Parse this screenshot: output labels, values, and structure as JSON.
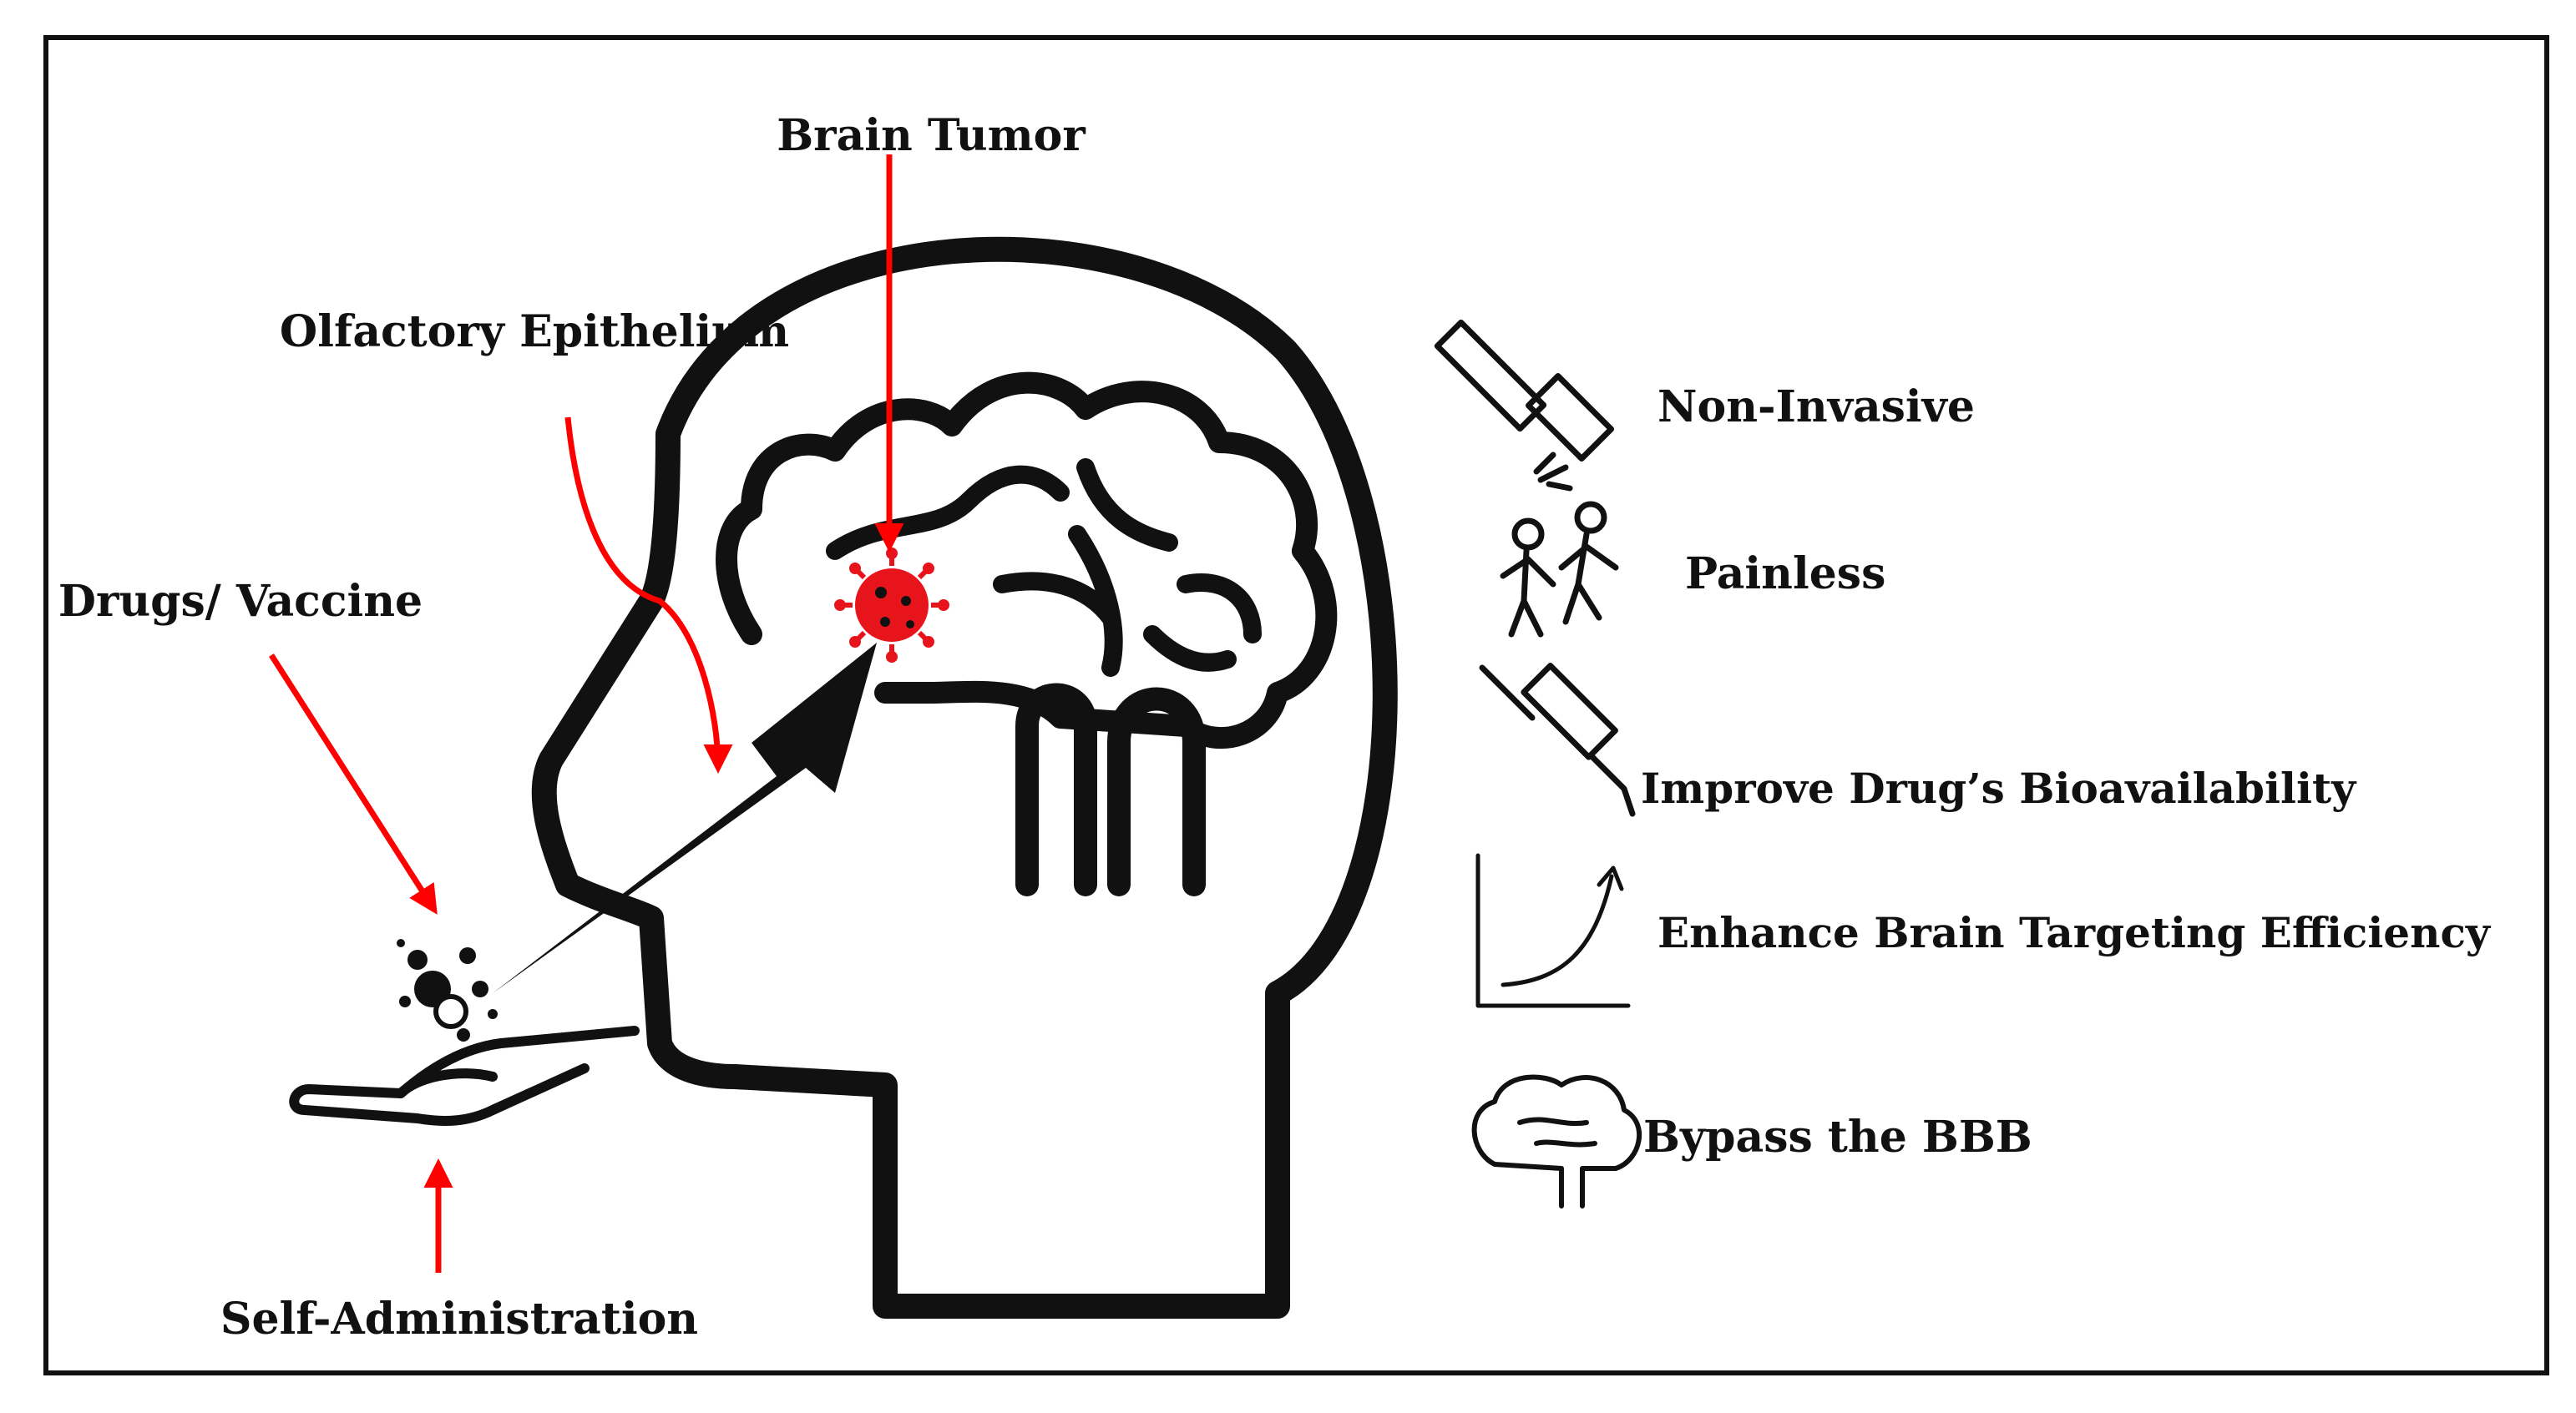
{
  "labels": {
    "brain_tumor": "Brain Tumor",
    "olfactory": "Olfactory Epithelium",
    "drugs": "Drugs/ Vaccine",
    "self_admin": "Self-Administration"
  },
  "benefits": [
    {
      "label": "Non-Invasive",
      "icon": "hammer-icon"
    },
    {
      "label": "Painless",
      "icon": "dancing-people-icon"
    },
    {
      "label": "Improve  Drug’s Bioavailability",
      "icon": "syringe-icon"
    },
    {
      "label": "Enhance Brain Targeting Efficiency",
      "icon": "growth-curve-icon"
    },
    {
      "label": "Bypass the BBB",
      "icon": "brain-icon"
    }
  ],
  "colors": {
    "pointer": "#ff0000",
    "tumor": "#e8141b",
    "outline": "#111111"
  }
}
